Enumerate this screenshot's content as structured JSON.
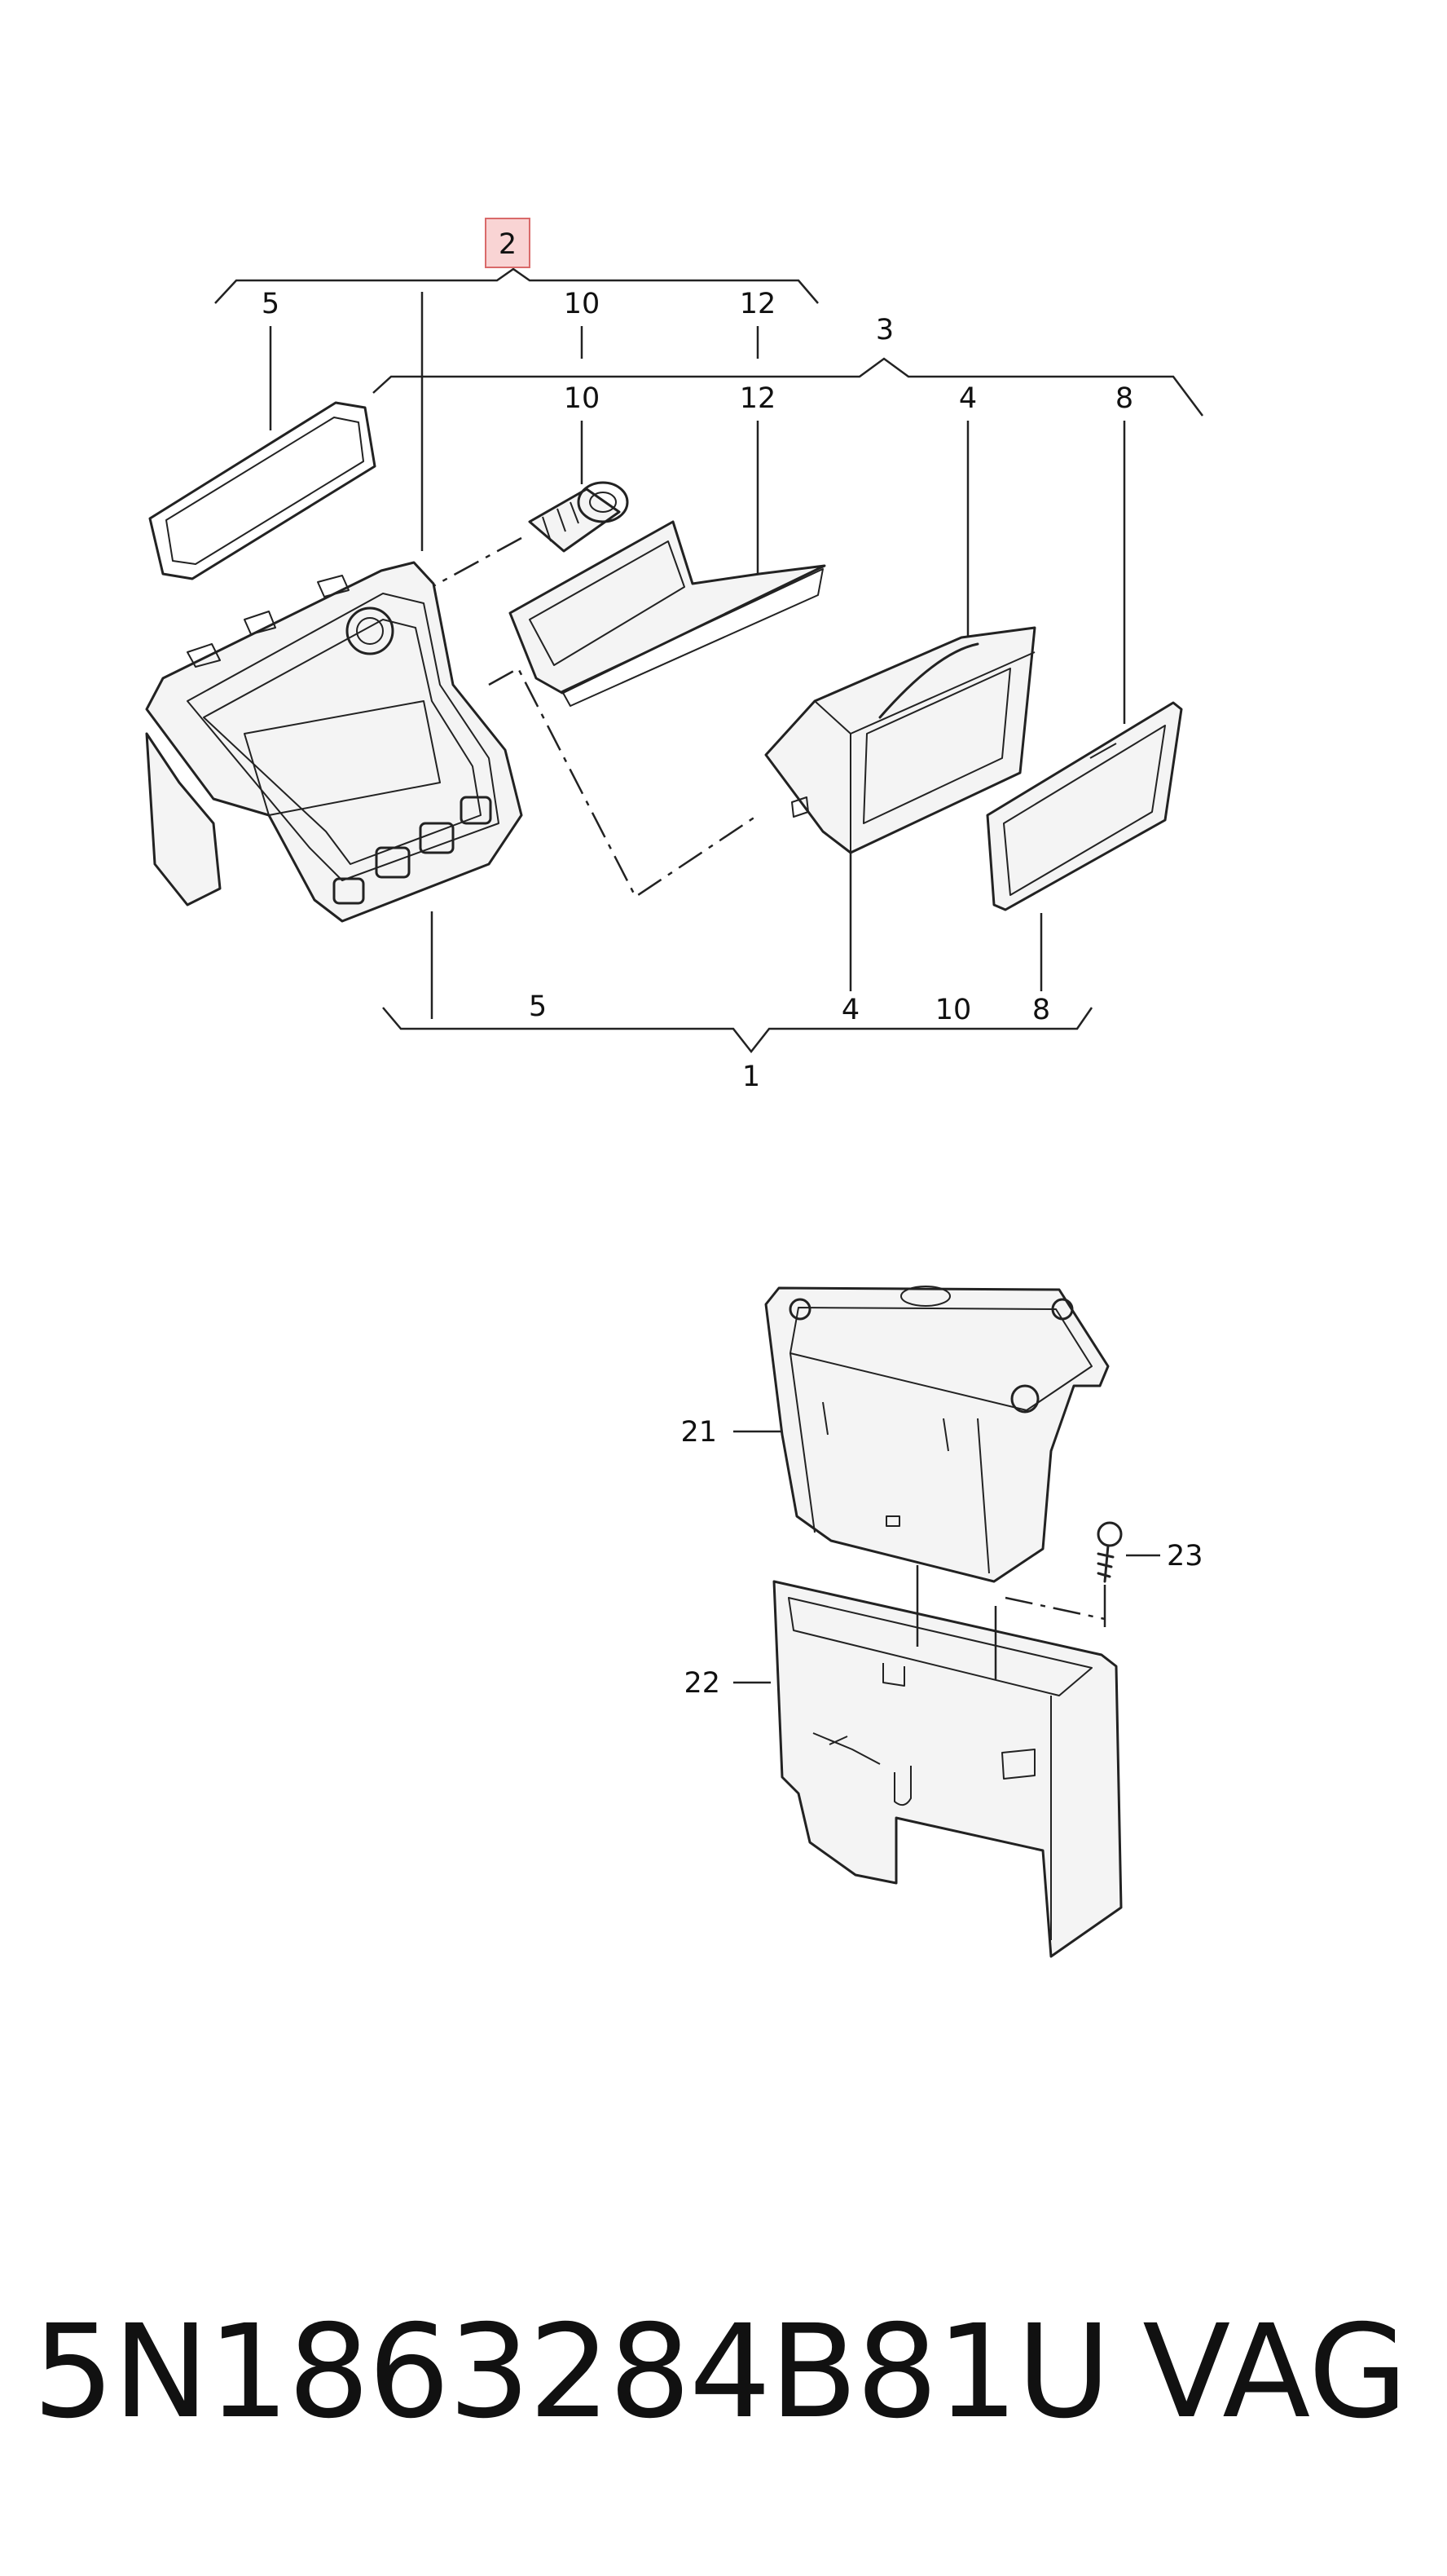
{
  "diagram": {
    "labels": {
      "top_highlight": "2",
      "top_5": "5",
      "top_10": "10",
      "top_12": "12",
      "group3": "3",
      "g3_10": "10",
      "g3_12": "12",
      "g3_4": "4",
      "g3_8": "8",
      "bot_5": "5",
      "bot_4": "4",
      "bot_10": "10",
      "bot_8": "8",
      "group1": "1",
      "p21": "21",
      "p22": "22",
      "p23": "23"
    }
  },
  "footer": {
    "part_number": "5N1863284B81U",
    "brand": "VAG"
  },
  "colors": {
    "highlight_fill": "#f9d4d4",
    "highlight_stroke": "#d96a6a",
    "line": "#222222"
  }
}
